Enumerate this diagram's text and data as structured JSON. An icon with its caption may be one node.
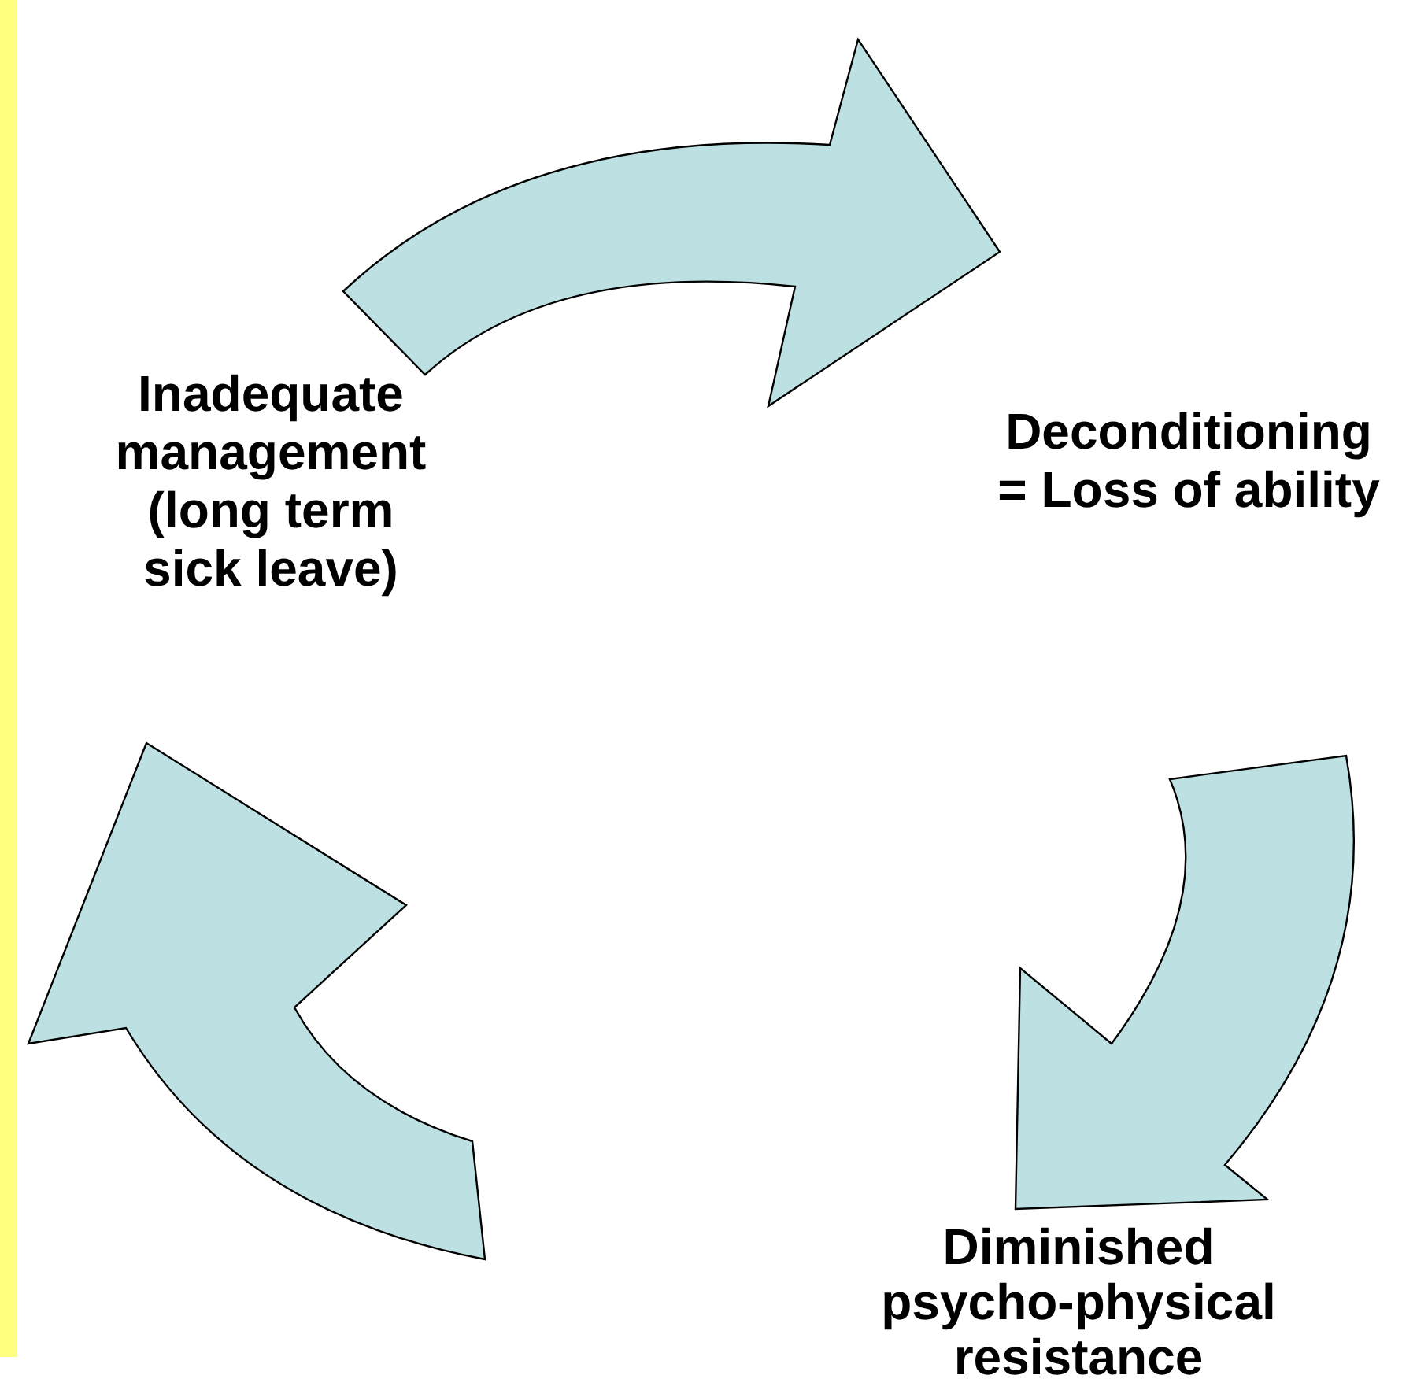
{
  "diagram": {
    "labels": [
      "Inadequate management (long term sick leave)",
      "Deconditioning = Loss of ability",
      "Diminished psycho-physical resistance"
    ]
  }
}
